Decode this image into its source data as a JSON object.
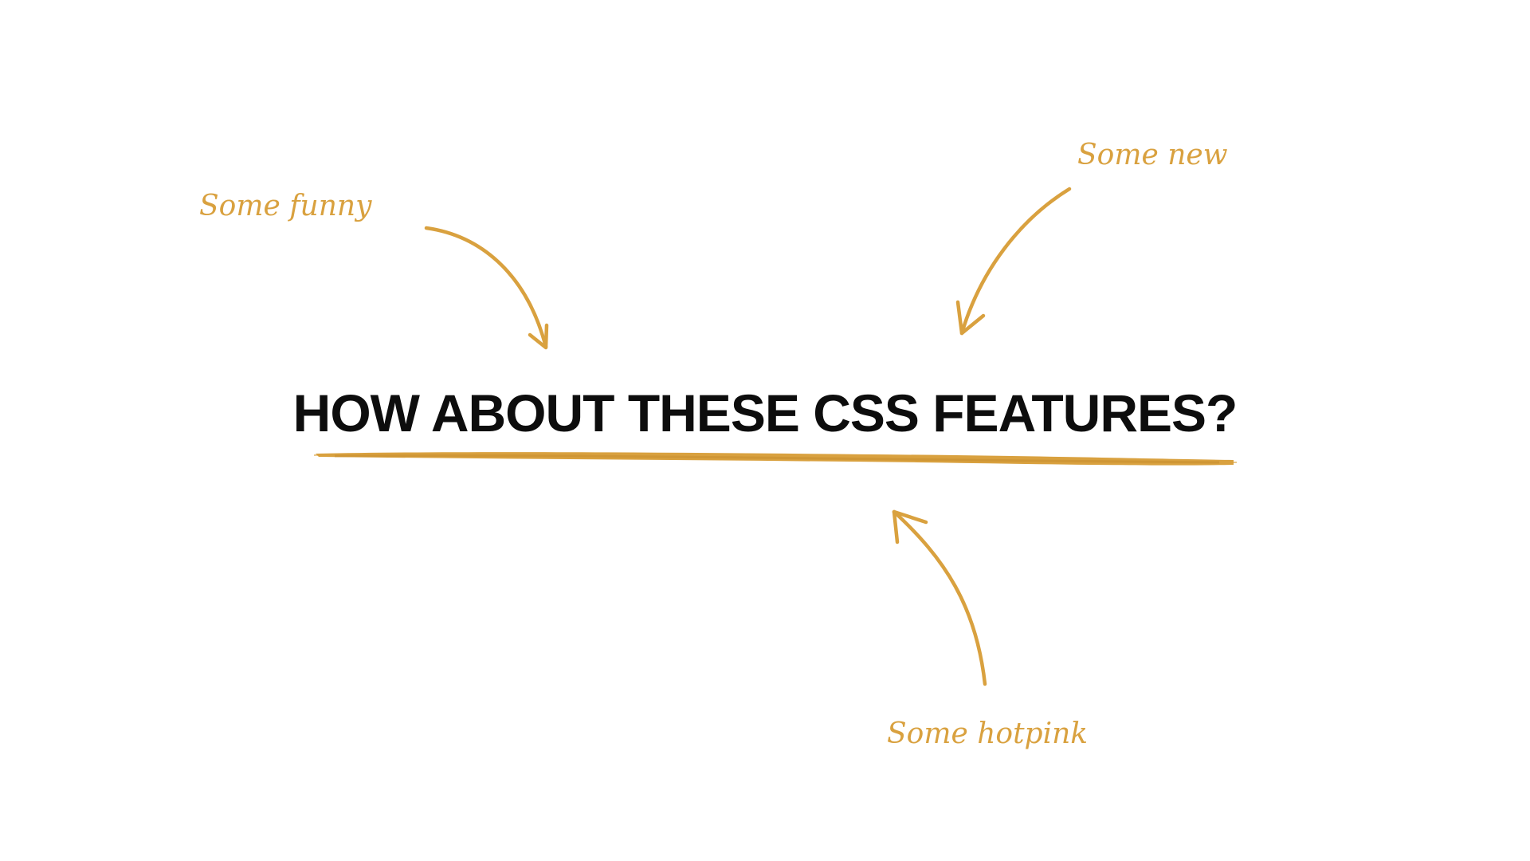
{
  "slide": {
    "title": "HOW ABOUT THESE CSS FEATURES?",
    "annotations": {
      "funny": "Some funny",
      "new": "Some new",
      "hotpink": "Some hotpink"
    }
  },
  "colors": {
    "accent": "#d9a13f",
    "title": "#0d0d0d",
    "background": "#ffffff"
  },
  "icons": [
    "arrow-icon",
    "brush-stroke-underline"
  ]
}
